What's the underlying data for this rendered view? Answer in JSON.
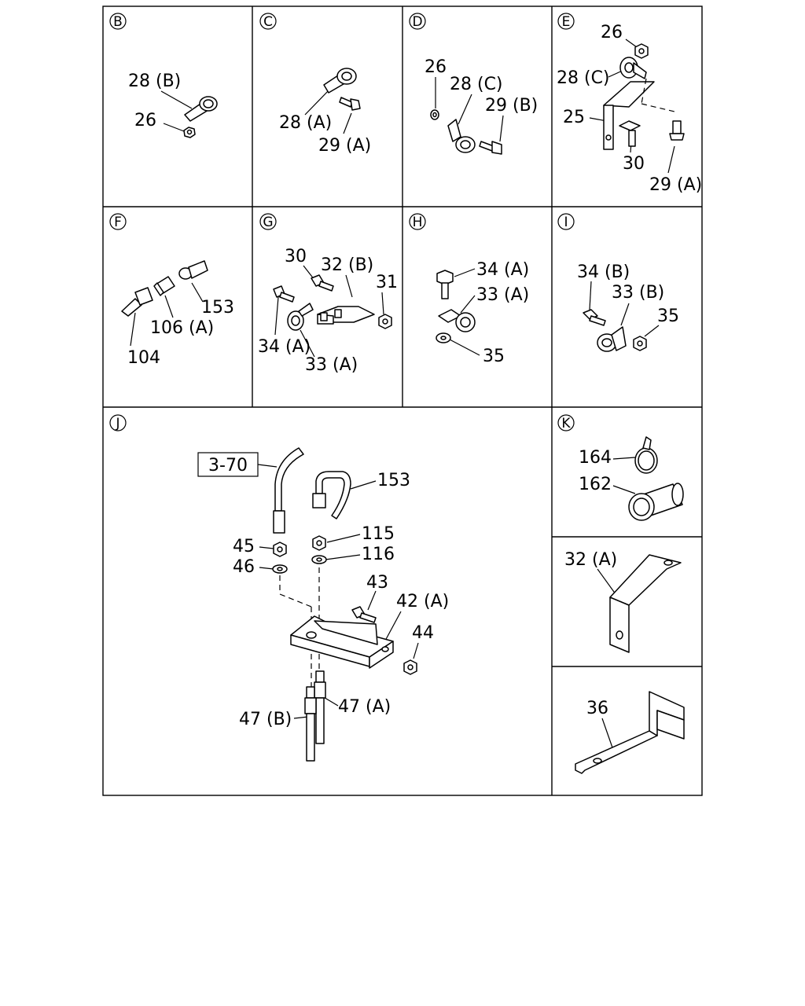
{
  "panels": {
    "B": {
      "id": "B",
      "labels": [
        "28 (B)",
        "26"
      ]
    },
    "C": {
      "id": "C",
      "labels": [
        "28 (A)",
        "29 (A)"
      ]
    },
    "D": {
      "id": "D",
      "labels": [
        "26",
        "28 (C)",
        "29 (B)"
      ]
    },
    "E": {
      "id": "E",
      "labels": [
        "26",
        "28 (C)",
        "25",
        "30",
        "29 (A)"
      ]
    },
    "F": {
      "id": "F",
      "labels": [
        "153",
        "106 (A)",
        "104"
      ]
    },
    "G": {
      "id": "G",
      "labels": [
        "30",
        "32 (B)",
        "31",
        "34 (A)",
        "33 (A)"
      ]
    },
    "H": {
      "id": "H",
      "labels": [
        "34 (A)",
        "33 (A)",
        "35"
      ]
    },
    "I": {
      "id": "I",
      "labels": [
        "34 (B)",
        "33 (B)",
        "35"
      ]
    },
    "J": {
      "id": "J",
      "ref_box": "3-70",
      "labels": [
        "153",
        "115",
        "116",
        "45",
        "46",
        "43",
        "42 (A)",
        "44",
        "47 (A)",
        "47 (B)"
      ]
    },
    "K": {
      "id": "K",
      "labels": [
        "164",
        "162"
      ]
    },
    "L": {
      "labels": [
        "32 (A)"
      ]
    },
    "M": {
      "labels": [
        "36"
      ]
    }
  }
}
